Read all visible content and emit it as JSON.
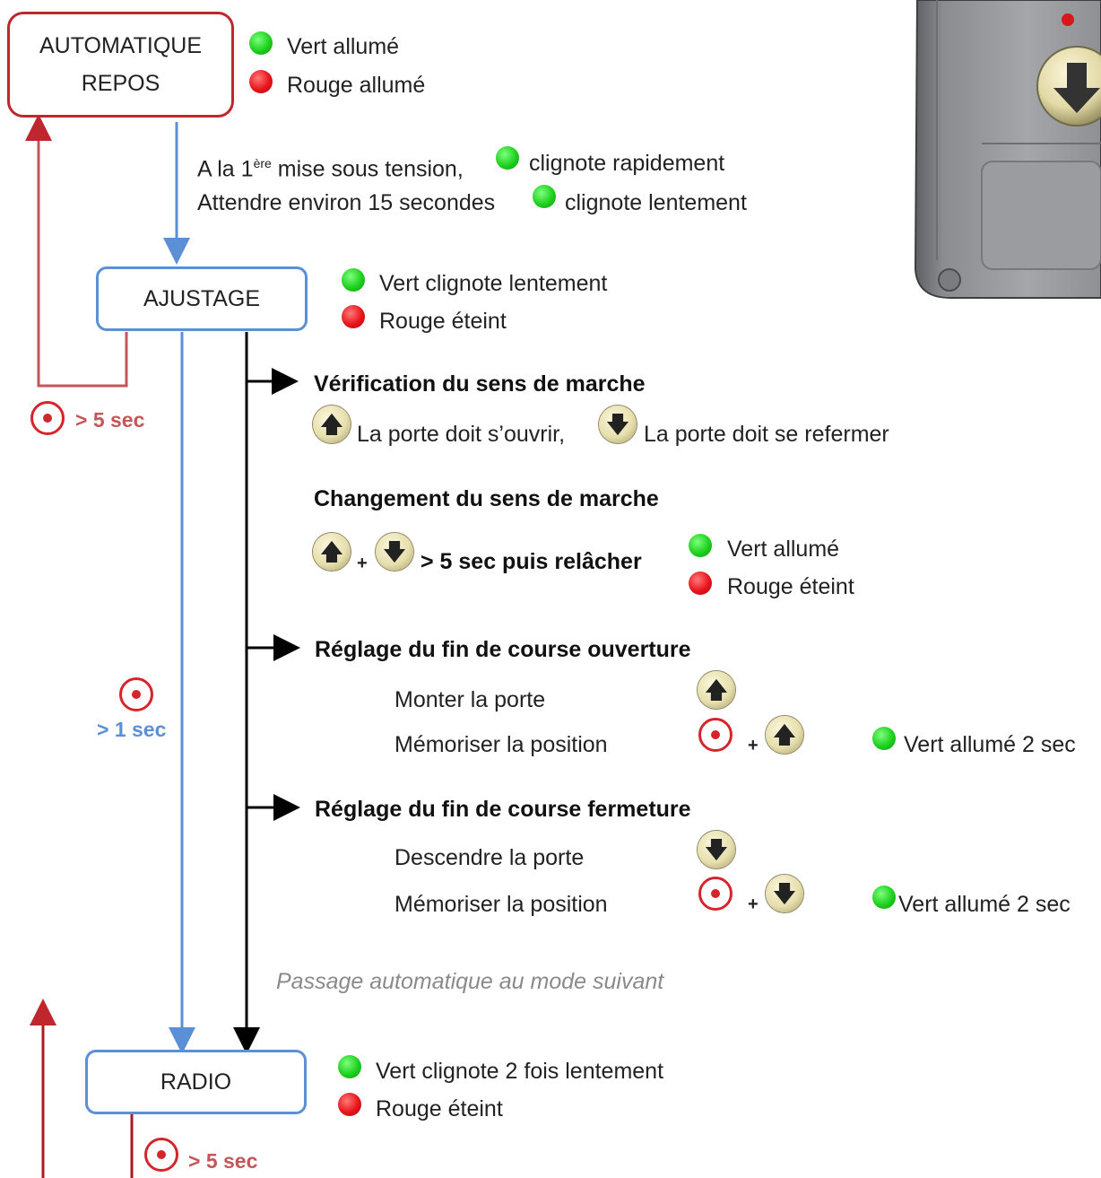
{
  "states": {
    "automatique_line1": "AUTOMATIQUE",
    "automatique_line2": "REPOS",
    "ajustage": "AJUSTAGE",
    "radio": "RADIO"
  },
  "automatique_leds": {
    "green": "Vert allumé",
    "red": "Rouge allumé"
  },
  "power_on": {
    "line1_pre": "A la 1",
    "line1_sup": "ère",
    "line1_mid": " mise sous tension,",
    "line1_post": "clignote rapidement",
    "line2_pre": "Attendre environ 15 secondes",
    "line2_post": "clignote lentement"
  },
  "ajustage_leds": {
    "green": "Vert clignote lentement",
    "red": "Rouge éteint"
  },
  "verification": {
    "title": "Vérification du sens de marche",
    "up_text": "La porte doit s’ouvrir,",
    "down_text": "La porte doit se refermer"
  },
  "changement": {
    "title": "Changement du sens de marche",
    "action": "> 5 sec puis relâcher",
    "plus": "+",
    "green": "Vert allumé",
    "red": "Rouge éteint"
  },
  "ouverture": {
    "title": "Réglage du fin de course ouverture",
    "step1": "Monter la porte",
    "step2": "Mémoriser la position",
    "plus": "+",
    "result": "Vert allumé 2 sec"
  },
  "fermeture": {
    "title": "Réglage du fin de course fermeture",
    "step1": "Descendre la porte",
    "step2": "Mémoriser la position",
    "plus": "+",
    "result": "Vert allumé 2 sec"
  },
  "passage": "Passage automatique au mode suivant",
  "radio_leds": {
    "green": "Vert clignote 2 fois lentement",
    "red": "Rouge éteint"
  },
  "timings": {
    "return_auto": "> 5 sec",
    "ajustage_to_radio": "> 1 sec",
    "radio_out": "> 5 sec"
  },
  "icons": {
    "up": "up-arrow-button-icon",
    "down": "down-arrow-button-icon",
    "prog": "prog-button-icon",
    "led_green": "green-led-icon",
    "led_red": "red-led-icon"
  },
  "colors": {
    "red_flow": "#c0262e",
    "blue_flow": "#5b8fd6",
    "black_flow": "#000000",
    "led_green": "#1ed01e",
    "led_red": "#e8141b"
  }
}
